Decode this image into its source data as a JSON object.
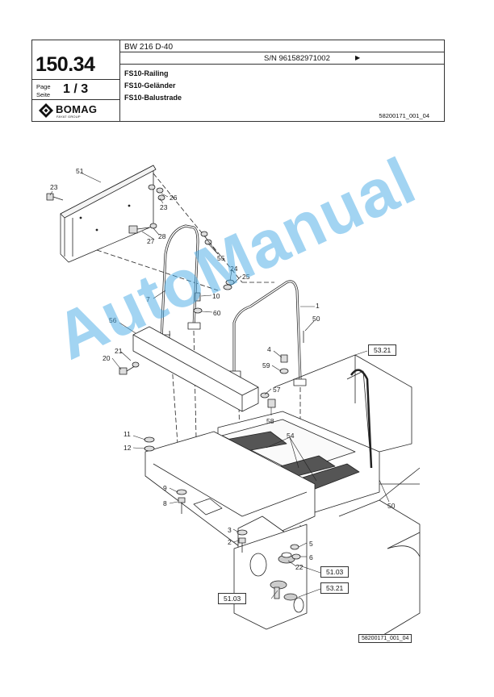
{
  "header": {
    "model": "BW 216 D-40",
    "page_number": "150.34",
    "page_label_1": "Page",
    "page_label_2": "Seite",
    "page_value": "1 / 3",
    "serial": "S/N 961582971002",
    "serial_arrow": "▶",
    "titles": [
      "FS10-Railing",
      "FS10-Geländer",
      "FS10-Balustrade"
    ],
    "doc_ref": "58200171_001_04",
    "logo_text": "BOMAG",
    "logo_subtext": "FAYAT GROUP"
  },
  "callouts": {
    "c51": "51",
    "c23a": "23",
    "c26": "26",
    "c23b": "23",
    "c27": "27",
    "c28": "28",
    "c55": "55",
    "c24": "24",
    "c25": "25",
    "c7": "7",
    "c10": "10",
    "c60": "60",
    "c1": "1",
    "c50a": "50",
    "c56": "56",
    "c21": "21",
    "c20": "20",
    "c4": "4",
    "c59": "59",
    "c57": "57",
    "c58": "58",
    "c54": "54",
    "c11": "11",
    "c12": "12",
    "c9": "9",
    "c8": "8",
    "c3": "3",
    "c2": "2",
    "c5": "5",
    "c6": "6",
    "c22": "22",
    "c50b": "50"
  },
  "boxed_refs": {
    "r5321a": "53.21",
    "r5103a": "51.03",
    "r5103b": "51.03",
    "r5321b": "53.21"
  },
  "footer_ref": "58200171_001_04",
  "watermark": "AutoManual"
}
